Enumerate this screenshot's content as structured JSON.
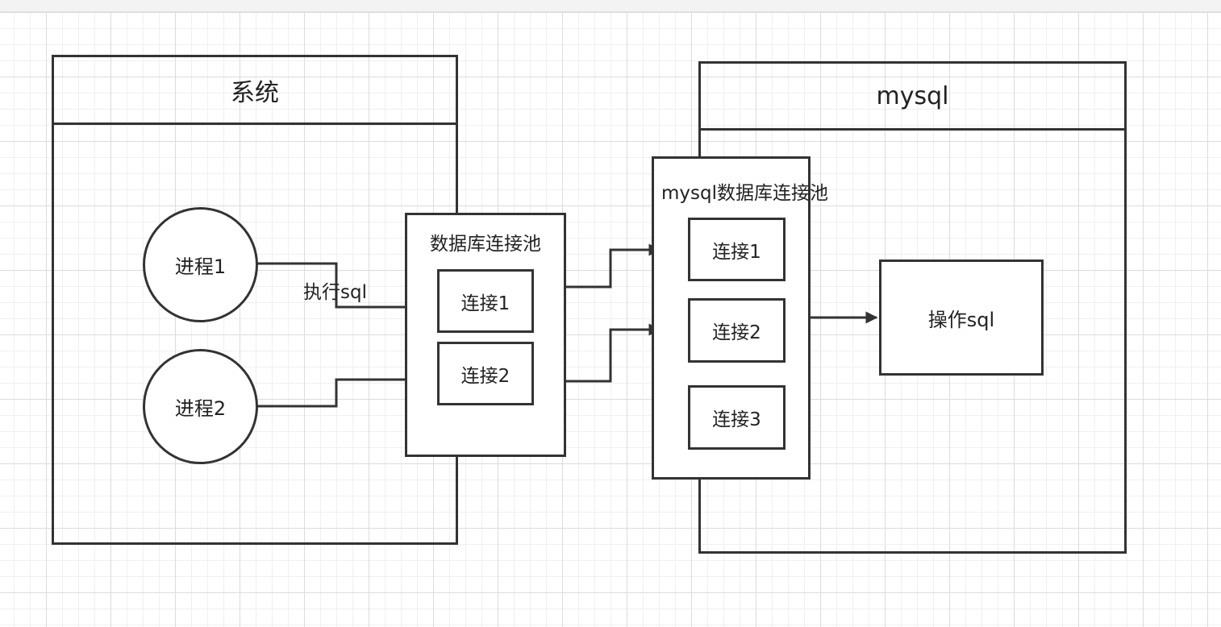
{
  "system": {
    "title": "系统",
    "process1": "进程1",
    "process2": "进程2",
    "edge_label": "执行sql"
  },
  "app_pool": {
    "title": "数据库连接池",
    "conn1": "连接1",
    "conn2": "连接2"
  },
  "mysql": {
    "title": "mysql",
    "pool": {
      "title": "mysql数据库连接池",
      "conn1": "连接1",
      "conn2": "连接2",
      "conn3": "连接3"
    },
    "operation": "操作sql"
  }
}
